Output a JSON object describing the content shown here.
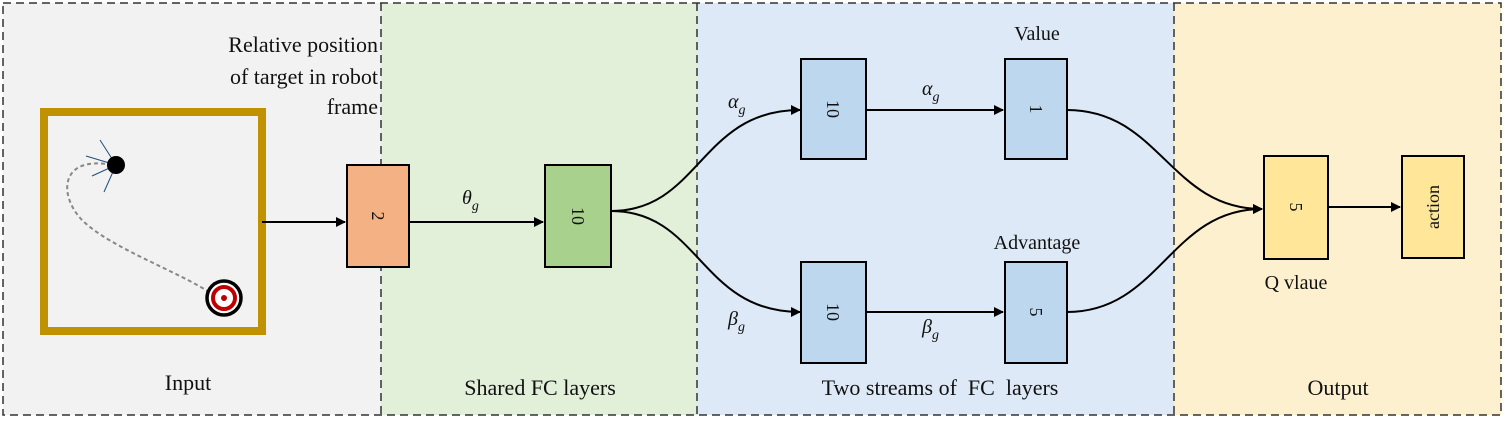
{
  "regions": {
    "input": {
      "label": "Input",
      "fill": "#f2f2f2"
    },
    "shared": {
      "label": "Shared FC layers",
      "fill": "#e2efd9"
    },
    "streams": {
      "label": "Two streams of  FC  layers",
      "fill": "#dde9f6"
    },
    "output": {
      "label": "Output",
      "fill": "#fdf0cf"
    }
  },
  "input_note": [
    "Relative position",
    "of target in robot",
    "frame"
  ],
  "nodes": {
    "input_layer": {
      "text": "2",
      "fill": "#f4b183"
    },
    "shared_fc": {
      "text": "10",
      "fill": "#a9d18e"
    },
    "value_hidden": {
      "text": "10",
      "fill": "#bdd7ee"
    },
    "value_out": {
      "text": "1",
      "fill": "#bdd7ee"
    },
    "adv_hidden": {
      "text": "10",
      "fill": "#bdd7ee"
    },
    "adv_out": {
      "text": "5",
      "fill": "#bdd7ee"
    },
    "q_layer": {
      "text": "5",
      "fill": "#ffe699"
    },
    "action": {
      "text": "action",
      "fill": "#ffe699"
    }
  },
  "edge_labels": {
    "theta": {
      "symbol": "θ",
      "sub": "g"
    },
    "alpha": {
      "symbol": "α",
      "sub": "g"
    },
    "beta": {
      "symbol": "β",
      "sub": "g"
    }
  },
  "annotations": {
    "value": "Value",
    "advantage": "Advantage",
    "q_value": "Q vlaue"
  },
  "colors": {
    "frame": "#c09100",
    "target_ring": "#c00000",
    "stroke": "#000000"
  }
}
